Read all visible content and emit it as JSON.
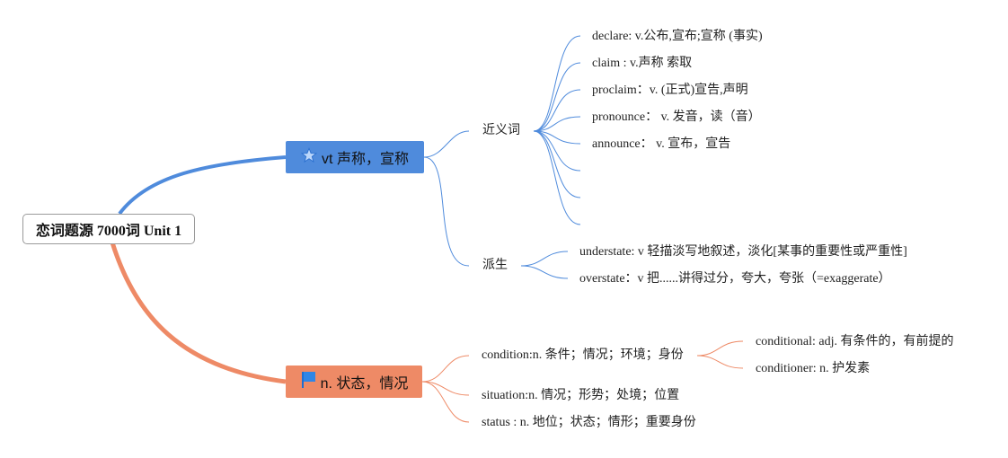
{
  "root": {
    "label": "恋词题源 7000词 Unit 1"
  },
  "branches": [
    {
      "label": "vt 声称，宣称",
      "color": "#4f8bdc",
      "icon": "star-icon"
    },
    {
      "label": "n. 状态，情况",
      "color": "#ee8a66",
      "icon": "flag-icon"
    }
  ],
  "synonyms": {
    "label": "近义词",
    "items": [
      "declare: v.公布,宣布;宣称 (事实)",
      "claim : v.声称 索取",
      "proclaim：v. (正式)宣告,声明",
      "pronounce： v. 发音，读（音）",
      "announce： v. 宣布，宣告"
    ]
  },
  "derived": {
    "label": "派生",
    "items": [
      "understate: v 轻描淡写地叙述，淡化[某事的重要性或严重性]",
      "overstate：v 把......讲得过分，夸大，夸张（=exaggerate）"
    ]
  },
  "state_items": [
    "condition:n. 条件；情况；环境；身份",
    "situation:n. 情况；形势；处境；位置",
    "status : n. 地位；状态；情形；重要身份"
  ],
  "condition_children": [
    "conditional: adj. 有条件的，有前提的",
    "conditioner: n. 护发素"
  ]
}
